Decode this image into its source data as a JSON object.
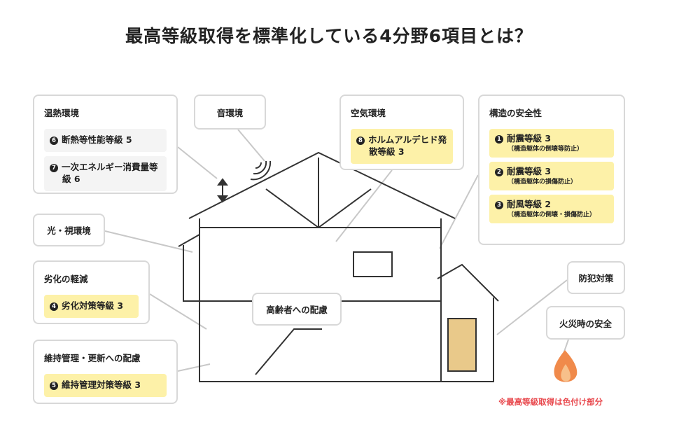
{
  "title": "最高等級取得を標準化している4分野6項目とは？",
  "boxes": {
    "thermal": {
      "heading": "温熱環境",
      "items": [
        {
          "num": "6",
          "label": "断熱等性能等級 5"
        },
        {
          "num": "7",
          "label": "一次エネルギー消費量等級 6"
        }
      ]
    },
    "sound": {
      "heading": "音環境"
    },
    "air": {
      "heading": "空気環境",
      "items": [
        {
          "num": "8",
          "label": "ホルムアルデヒド発散等級 3"
        }
      ]
    },
    "structure": {
      "heading": "構造の安全性",
      "items": [
        {
          "num": "1",
          "label": "耐震等級 3",
          "sub": "（構造躯体の倒壊等防止）"
        },
        {
          "num": "2",
          "label": "耐震等級 3",
          "sub": "（構造躯体の損傷防止）"
        },
        {
          "num": "3",
          "label": "耐風等級 2",
          "sub": "（構造躯体の倒壊・損傷防止）"
        }
      ]
    },
    "light": {
      "heading": "光・視環境"
    },
    "deterioration": {
      "heading": "劣化の軽減",
      "items": [
        {
          "num": "4",
          "label": "劣化対策等級 3"
        }
      ]
    },
    "maintenance": {
      "heading": "維持管理・更新への配慮",
      "items": [
        {
          "num": "5",
          "label": "維持管理対策等級 3"
        }
      ]
    },
    "elderly": {
      "heading": "高齢者への配慮"
    },
    "crime": {
      "heading": "防犯対策"
    },
    "fire": {
      "heading": "火災時の安全"
    }
  },
  "note": "※最高等級取得は色付け部分",
  "colors": {
    "highlight": "#fdf1a8",
    "note": "#e8474c",
    "fire": "#f08a4b"
  }
}
